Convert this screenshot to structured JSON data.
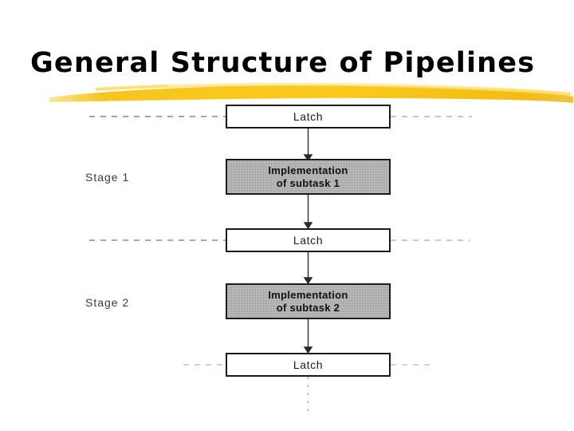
{
  "slide": {
    "title": "General Structure of Pipelines",
    "accent_color": "#F2C230",
    "background_color": "#FFFFFF",
    "box_fill_latch": "#FFFFFF",
    "box_fill_impl": "#A9A9A9",
    "box_border_color": "#1A1A1A",
    "text_color": "#000000"
  },
  "diagram": {
    "stages": [
      {
        "label": "Stage 1"
      },
      {
        "label": "Stage 2"
      }
    ],
    "latches": [
      {
        "label": "Latch"
      },
      {
        "label": "Latch"
      },
      {
        "label": "Latch"
      }
    ],
    "implementations": [
      {
        "line1": "Implementation",
        "line2": "of subtask 1"
      },
      {
        "line1": "Implementation",
        "line2": "of subtask 2"
      }
    ]
  }
}
